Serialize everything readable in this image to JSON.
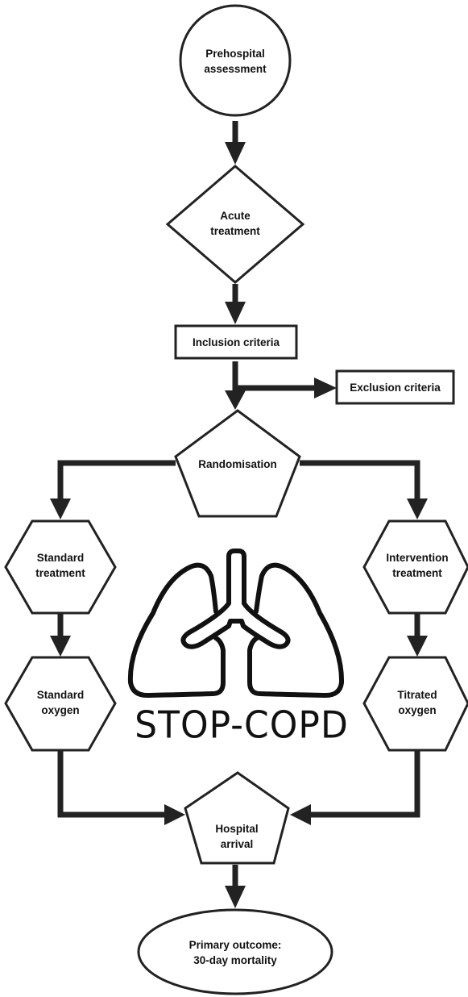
{
  "diagram": {
    "nodes": {
      "prehospital_assessment": "Prehospital\nassessment",
      "acute_treatment": "Acute\ntreatment",
      "inclusion_criteria": "Inclusion criteria",
      "exclusion_criteria": "Exclusion criteria",
      "randomisation": "Randomisation",
      "standard_treatment": "Standard\ntreatment",
      "intervention_treatment": "Intervention\ntreatment",
      "standard_oxygen": "Standard\noxygen",
      "titrated_oxygen": "Titrated\noxygen",
      "hospital_arrival": "Hospital\narrival",
      "primary_outcome": "Primary outcome:\n30-day mortality"
    },
    "logo": {
      "text": "STOP-COPD",
      "icon": "lungs-icon"
    },
    "edges": [
      {
        "from": "prehospital_assessment",
        "to": "acute_treatment"
      },
      {
        "from": "acute_treatment",
        "to": "inclusion_criteria"
      },
      {
        "from": "inclusion_criteria",
        "to": "randomisation"
      },
      {
        "from": "inclusion_criteria",
        "to": "exclusion_criteria"
      },
      {
        "from": "randomisation",
        "to": "standard_treatment"
      },
      {
        "from": "randomisation",
        "to": "intervention_treatment"
      },
      {
        "from": "standard_treatment",
        "to": "standard_oxygen"
      },
      {
        "from": "intervention_treatment",
        "to": "titrated_oxygen"
      },
      {
        "from": "standard_oxygen",
        "to": "hospital_arrival"
      },
      {
        "from": "titrated_oxygen",
        "to": "hospital_arrival"
      },
      {
        "from": "hospital_arrival",
        "to": "primary_outcome"
      }
    ],
    "colors": {
      "stroke": "#222222",
      "fill": "#ffffff"
    }
  }
}
